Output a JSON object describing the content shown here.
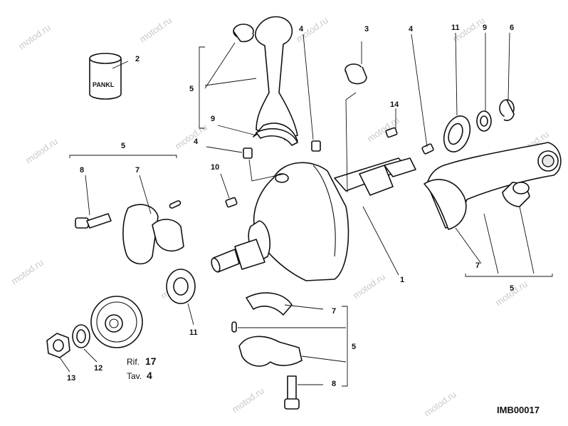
{
  "watermark": "motod.ru",
  "brand_marking": "PANKL",
  "drawing_code": "IMB00017",
  "reference": {
    "rif_label": "Rif.",
    "rif_value": "17",
    "tav_label": "Tav.",
    "tav_value": "4"
  },
  "callouts": {
    "c1": "1",
    "c2": "2",
    "c3": "3",
    "c4a": "4",
    "c4b": "4",
    "c4c": "4",
    "c5a": "5",
    "c5b": "5",
    "c5c": "5",
    "c5d": "5",
    "c6": "6",
    "c7a": "7",
    "c7b": "7",
    "c7c": "7",
    "c8a": "8",
    "c8b": "8",
    "c9a": "9",
    "c9b": "9",
    "c10": "10",
    "c11a": "11",
    "c11b": "11",
    "c12": "12",
    "c13": "13",
    "c14": "14"
  }
}
